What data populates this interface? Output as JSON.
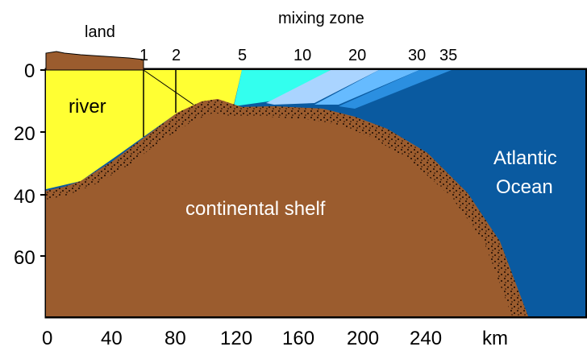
{
  "labels": {
    "land": "land",
    "mixing_zone": "mixing zone",
    "river": "river",
    "continental_shelf": "continental shelf",
    "atlantic_line1": "Atlantic",
    "atlantic_line2": "Ocean",
    "km": "km"
  },
  "salinity_labels": [
    "1",
    "2",
    "5",
    "10",
    "20",
    "30",
    "35"
  ],
  "depth_ticks": [
    "0",
    "20",
    "40",
    "60"
  ],
  "distance_ticks": [
    "0",
    "40",
    "80",
    "120",
    "160",
    "200",
    "240"
  ],
  "colors": {
    "river": "#ffff33",
    "shelf": "#9b5c2e",
    "ocean": "#0a5aa0",
    "land": "#9b5c2e",
    "mix_light_cyan": "#33ffee",
    "mix_light_blue": "#99ccff",
    "mix_sky": "#5aaaf0",
    "mix_blue": "#2b8fe0",
    "mix_green": "#ddff33",
    "mix_lightgreen": "#aaff66"
  }
}
